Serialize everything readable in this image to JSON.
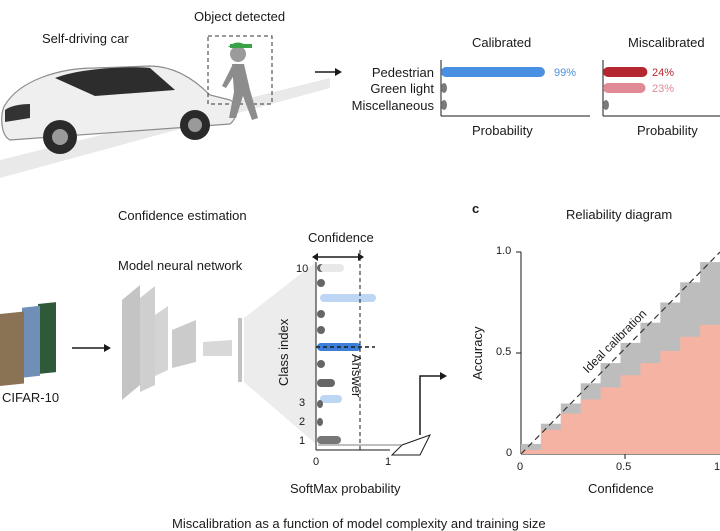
{
  "panel_a": {
    "car_label": "Self-driving car",
    "object_label": "Object detected",
    "calibrated": {
      "title": "Calibrated",
      "axis_label": "Probability",
      "rows": [
        {
          "label": "Pedestrian",
          "value": 99,
          "text": "99%"
        },
        {
          "label": "Green light",
          "value": 1
        },
        {
          "label": "Miscellaneous",
          "value": 1
        }
      ]
    },
    "miscalibrated": {
      "title": "Miscalibrated",
      "axis_label": "Probability",
      "rows": [
        {
          "value": 24,
          "text": "24%"
        },
        {
          "value": 23,
          "text": "23%"
        },
        {
          "value": 2
        }
      ]
    },
    "colors": {
      "calibrated": "#4a90e2",
      "mis_dark": "#b5272f",
      "mis_light": "#e08a96",
      "small": "#7a7a7a"
    }
  },
  "panel_b": {
    "heading": "Confidence estimation",
    "network_label": "Model neural network",
    "dataset_label": "CIFAR-10",
    "confidence_label": "Confidence",
    "answer_label": "Answer",
    "yaxis_label": "Class index",
    "xaxis_label": "SoftMax probability",
    "y_ticks": [
      "10",
      "3",
      "2",
      "1"
    ],
    "x_ticks": [
      "0",
      "1"
    ]
  },
  "panel_c": {
    "letter": "c",
    "title": "Reliability diagram",
    "ideal_label": "Ideal calibration",
    "xlabel": "Confidence",
    "ylabel": "Accuracy",
    "y_ticks": [
      "1.0",
      "0.5",
      "0"
    ],
    "x_ticks": [
      "0",
      "0.5",
      "1"
    ]
  },
  "caption": "Miscalibration as a function of model complexity and training size",
  "chart_data": {
    "type": "bar",
    "title": "Reliability diagram",
    "xlabel": "Confidence",
    "ylabel": "Accuracy",
    "xlim": [
      0,
      1
    ],
    "ylim": [
      0,
      1
    ],
    "bins": [
      0.05,
      0.15,
      0.25,
      0.35,
      0.45,
      0.55,
      0.65,
      0.75,
      0.85,
      0.95
    ],
    "series": [
      {
        "values": [
          0.05,
          0.15,
          0.25,
          0.35,
          0.45,
          0.55,
          0.65,
          0.75,
          0.85,
          0.95
        ]
      },
      {
        "values": [
          0.02,
          0.12,
          0.2,
          0.27,
          0.33,
          0.39,
          0.45,
          0.51,
          0.58,
          0.64
        ]
      }
    ],
    "colors": {
      "gap": "#bdbdbd",
      "accuracy": "#f4b3a3"
    }
  }
}
